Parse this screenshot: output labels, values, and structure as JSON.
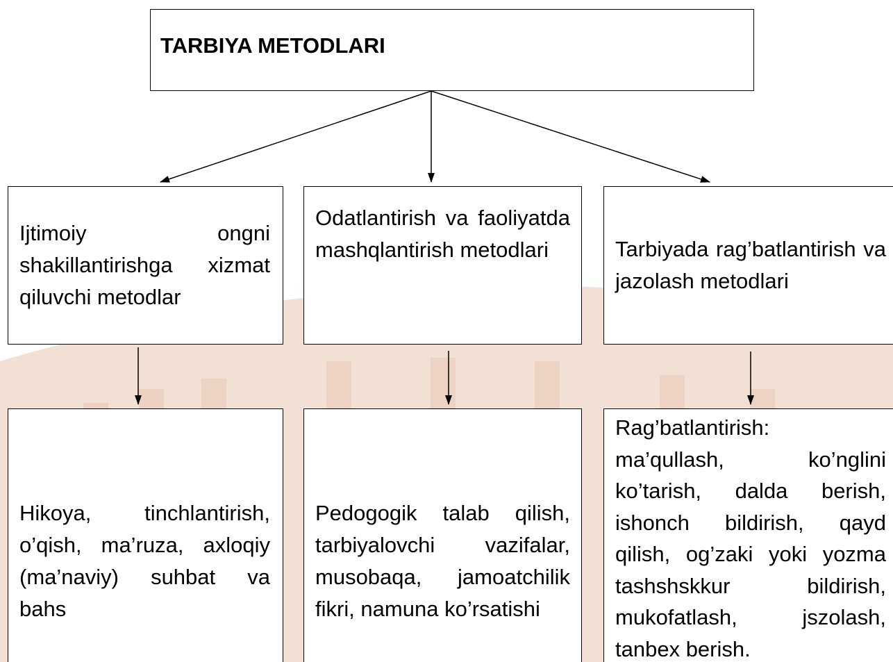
{
  "diagram": {
    "root": {
      "label": "TARBIYA METODLARI"
    },
    "categories": [
      {
        "label": "Ijtimoiy ongni shakillantirishga xizmat qiluvchi metodlar",
        "details": "Hikoya, tinchlantirish, o’qish, ma’ruza, axloqiy (ma’naviy) suhbat va bahs"
      },
      {
        "label": "Odatlantirish va faoliyatda mashqlantirish metodlari",
        "details": "Pedogogik talab qilish, tarbiyalovchi vazifalar, musobaqa, jamoatchilik fikri, namuna ko’rsatishi"
      },
      {
        "label": "Tarbiyada rag’batlantirish va jazolash metodlari",
        "details_heading": "Rag’batlantirish:",
        "details": "ma’qullash, ko’nglini ko’tarish, dalda berish, ishonch bildirish, qayd qilish, og’zaki yoki yozma tashshskkur bildirish, mukofatlash, jszolash, tanbex berish."
      }
    ]
  },
  "colors": {
    "line": "#000000",
    "box_fill": "#ffffff",
    "background_art": "#e8c9b8"
  }
}
